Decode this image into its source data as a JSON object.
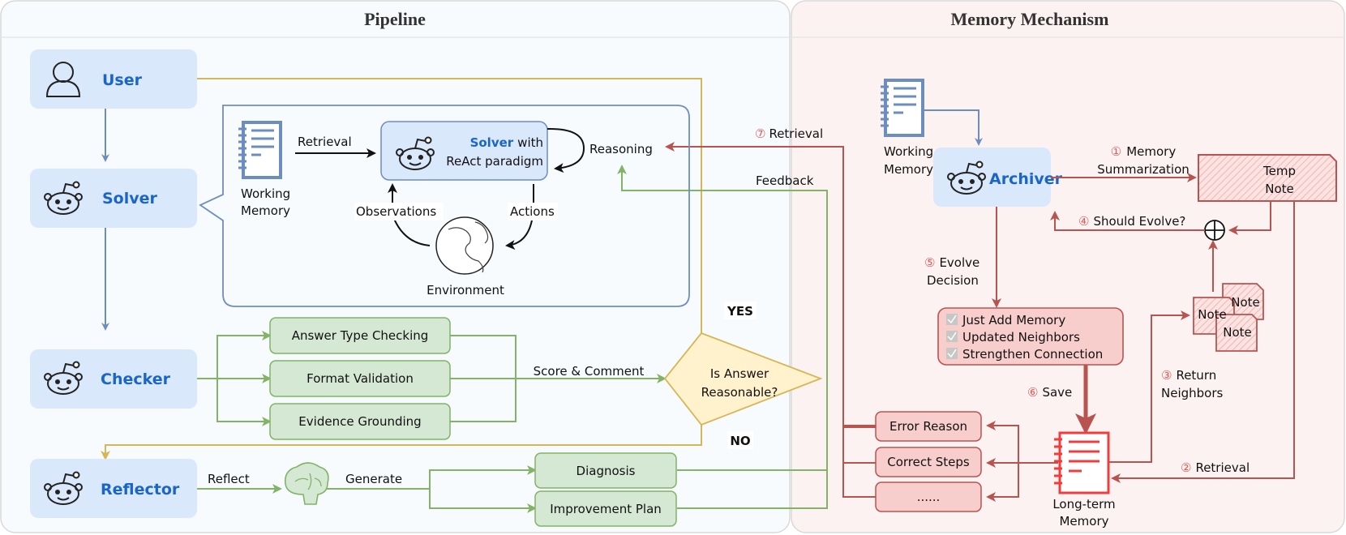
{
  "panels": {
    "pipeline_title": "Pipeline",
    "memory_title": "Memory Mechanism"
  },
  "pipeline": {
    "agents": {
      "user": "User",
      "solver": "Solver",
      "checker": "Checker",
      "reflector": "Reflector"
    },
    "solver_detail": {
      "working_memory_line1": "Working",
      "working_memory_line2": "Memory",
      "retrieval": "Retrieval",
      "solver_name": "Solver",
      "solver_with": "with",
      "react_paradigm": "ReAct paradigm",
      "reasoning": "Reasoning",
      "observations": "Observations",
      "actions": "Actions",
      "environment": "Environment"
    },
    "checks": [
      "Answer Type Checking",
      "Format Validation",
      "Evidence Grounding"
    ],
    "score_comment": "Score & Comment",
    "decision_line1": "Is Answer",
    "decision_line2": "Reasonable?",
    "yes": "YES",
    "no": "NO",
    "reflect": "Reflect",
    "generate": "Generate",
    "outputs": [
      "Diagnosis",
      "Improvement Plan"
    ],
    "feedback": "Feedback",
    "retrieval7_num": "⑦",
    "retrieval7": "Retrieval"
  },
  "memory": {
    "working_memory_line1": "Working",
    "working_memory_line2": "Memory",
    "archiver": "Archiver",
    "step1_num": "①",
    "step1_line1": "Memory",
    "step1_line2": "Summarization",
    "temp_note_line1": "Temp",
    "temp_note_line2": "Note",
    "step4_num": "④",
    "step4": "Should Evolve?",
    "step5_num": "⑤",
    "step5_line1": "Evolve",
    "step5_line2": "Decision",
    "decisions": [
      "Just Add Memory",
      "Updated Neighbors",
      "Strengthen Connection"
    ],
    "notes": [
      "Note",
      "Note",
      "Note"
    ],
    "step3_num": "③",
    "step3_line1": "Return",
    "step3_line2": "Neighbors",
    "step6_num": "⑥",
    "step6": "Save",
    "step2_num": "②",
    "step2": "Retrieval",
    "long_term_line1": "Long-term",
    "long_term_line2": "Memory",
    "memory_items": [
      "Error Reason",
      "Correct Steps",
      "......"
    ]
  },
  "colors": {
    "agent_fill": "#dae8fc",
    "agent_text": "#1a66c8",
    "green_fill": "#d5e8d4",
    "green_stroke": "#82b366",
    "yellow_fill": "#fff2cc",
    "yellow_stroke": "#d6b656",
    "red_fill": "#f8cecc",
    "red_stroke": "#b85450",
    "blue_stroke": "#6c8ebf"
  }
}
